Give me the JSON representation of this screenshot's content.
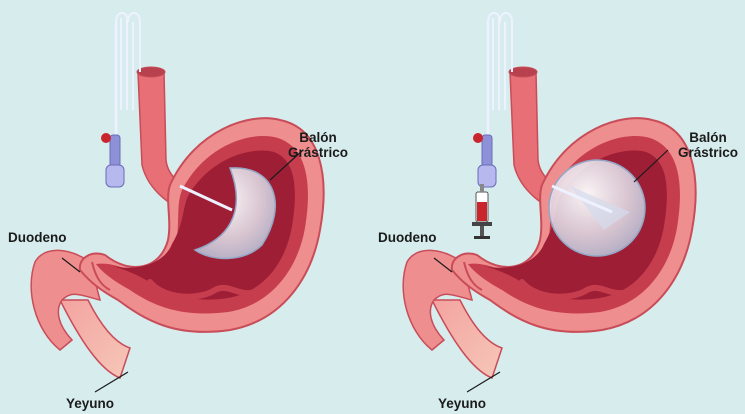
{
  "labels": {
    "left": {
      "balloon_line1": "Balón",
      "balloon_line2": "Grástrico",
      "duodenum": "Duodeno",
      "jejunum": "Yeyuno"
    },
    "right": {
      "balloon_line1": "Balón",
      "balloon_line2": "Grástrico",
      "duodenum": "Duodeno",
      "jejunum": "Yeyuno"
    }
  },
  "colors": {
    "background": "#d6eced",
    "stomach_wall": "#ef8e8e",
    "stomach_outline": "#c94c59",
    "stomach_inner": "#c63d4e",
    "lumen": "#9e1f35",
    "esophagus": "#e76f75",
    "balloon": "#e8eff8",
    "catheter": "#eef1ff",
    "valve_red": "#c9252d",
    "syringe_fluid": "#c9252d",
    "label_text": "#1b1b1b"
  }
}
